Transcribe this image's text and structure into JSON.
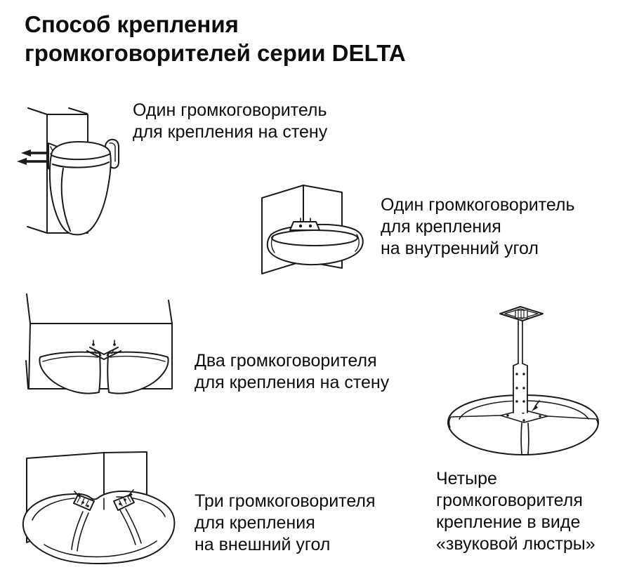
{
  "page": {
    "background": "#ffffff",
    "ink": "#1a1a1a"
  },
  "title": {
    "line1": "Способ крепления",
    "line2": "громкоговорителей серии DELTA"
  },
  "figures": [
    {
      "id": "single-wall",
      "caption_lines": [
        "Один громкоговоритель",
        "для крепления на стену"
      ]
    },
    {
      "id": "single-inner-corner",
      "caption_lines": [
        "Один громкоговоритель",
        "для крепления",
        "на внутренний угол"
      ]
    },
    {
      "id": "two-wall",
      "caption_lines": [
        "Два громкоговорителя",
        "для крепления на стену"
      ]
    },
    {
      "id": "four-chandelier",
      "caption_lines": [
        "Четыре",
        "громкоговорителя",
        "крепление в виде",
        "«звуковой люстры»"
      ]
    },
    {
      "id": "three-outer-corner",
      "caption_lines": [
        "Три громкоговорителя",
        "для крепления",
        "на внешний угол"
      ]
    }
  ]
}
